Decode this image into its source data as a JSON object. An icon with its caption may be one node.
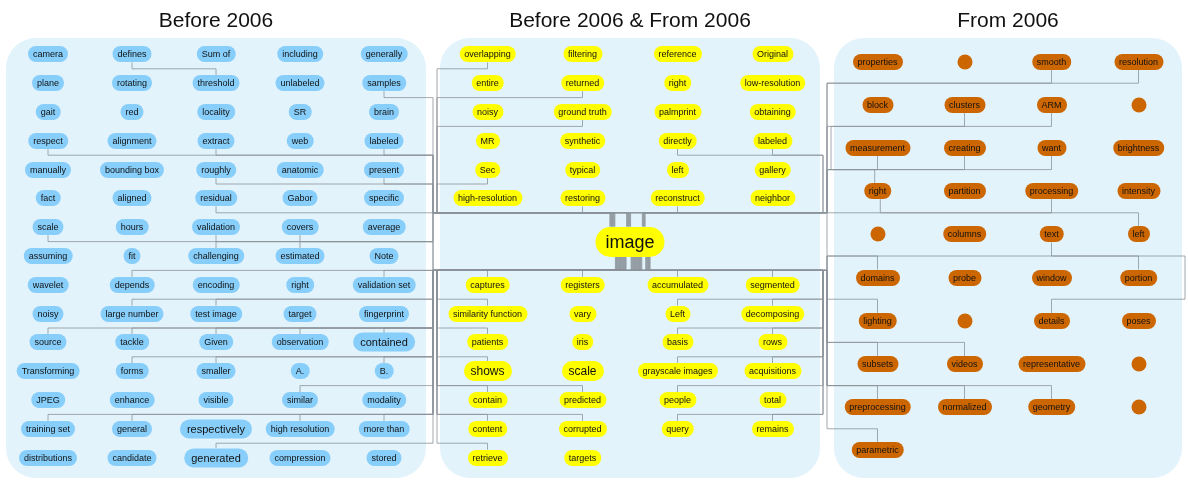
{
  "diagram": {
    "nodes": [
      {
        "text": [
          "Before 2006"
        ]
      },
      {
        "text": [
          "Before 2006 & From 2006"
        ]
      },
      {
        "text": [
          "From 2006"
        ]
      },
      {
        "text": [
          "camera"
        ],
        "in": 0
      },
      {
        "text": [
          "defines"
        ],
        "in": 0
      },
      {
        "text": [
          "Sum of"
        ],
        "in": 0
      },
      {
        "text": [
          "including"
        ],
        "in": 0
      },
      {
        "text": [
          "generally"
        ],
        "in": 0
      },
      {
        "text": [
          "plane"
        ],
        "in": 0
      },
      {
        "text": [
          "rotating"
        ],
        "in": 0
      },
      {
        "text": [
          "threshold"
        ],
        "in": 0
      },
      {
        "text": [
          "unlabeled"
        ],
        "in": 0
      },
      {
        "text": [
          "samples"
        ],
        "in": 0
      },
      {
        "text": [
          "gait"
        ],
        "in": 0
      },
      {
        "text": [
          "red"
        ],
        "in": 0
      },
      {
        "text": [
          "locality"
        ],
        "in": 0
      },
      {
        "text": [
          "SR"
        ],
        "in": 0
      },
      {
        "text": [
          "brain"
        ],
        "in": 0
      },
      {
        "text": [
          "respect"
        ],
        "in": 0
      },
      {
        "text": [
          "alignment"
        ],
        "in": 0
      },
      {
        "text": [
          "extract"
        ],
        "in": 0
      },
      {
        "text": [
          "web"
        ],
        "in": 0
      },
      {
        "text": [
          "labeled"
        ],
        "in": 0
      },
      {
        "text": [
          "manually"
        ],
        "in": 0
      },
      {
        "text": [
          "bounding box"
        ],
        "in": 0
      },
      {
        "text": [
          "roughly"
        ],
        "in": 0
      },
      {
        "text": [
          "anatomic"
        ],
        "in": 0
      },
      {
        "text": [
          "present"
        ],
        "in": 0
      },
      {
        "text": [
          "fact"
        ],
        "in": 0
      },
      {
        "text": [
          "aligned"
        ],
        "in": 0
      },
      {
        "text": [
          "residual"
        ],
        "in": 0
      },
      {
        "text": [
          "Gabor"
        ],
        "in": 0
      },
      {
        "text": [
          "specific"
        ],
        "in": 0
      },
      {
        "text": [
          "scale"
        ],
        "in": 0
      },
      {
        "text": [
          "hours"
        ],
        "in": 0
      },
      {
        "text": [
          "validation"
        ],
        "in": 0
      },
      {
        "text": [
          "covers"
        ],
        "in": 0
      },
      {
        "text": [
          "average"
        ],
        "in": 0
      },
      {
        "text": [
          "assuming"
        ],
        "in": 0
      },
      {
        "text": [
          "fit"
        ],
        "in": 0
      },
      {
        "text": [
          "challenging"
        ],
        "in": 0
      },
      {
        "text": [
          "estimated"
        ],
        "in": 0
      },
      {
        "text": [
          "Note"
        ],
        "in": 0
      },
      {
        "text": [
          "wavelet"
        ],
        "in": 0
      },
      {
        "text": [
          "depends"
        ],
        "in": 0
      },
      {
        "text": [
          "encoding"
        ],
        "in": 0
      },
      {
        "text": [
          "right"
        ],
        "in": 0
      },
      {
        "text": [
          "validation set"
        ],
        "in": 0
      },
      {
        "text": [
          "noisy"
        ],
        "in": 0
      },
      {
        "text": [
          "large number"
        ],
        "in": 0
      },
      {
        "text": [
          "test image"
        ],
        "in": 0
      },
      {
        "text": [
          "target"
        ],
        "in": 0
      },
      {
        "text": [
          "fingerprint"
        ],
        "in": 0
      },
      {
        "text": [
          "source"
        ],
        "in": 0
      },
      {
        "text": [
          "tackle"
        ],
        "in": 0
      },
      {
        "text": [
          "Given"
        ],
        "in": 0
      },
      {
        "text": [
          "observation"
        ],
        "in": 0
      },
      {
        "text": [
          "contained"
        ],
        "in": 0
      },
      {
        "text": [
          "Transforming"
        ],
        "in": 0
      },
      {
        "text": [
          "forms"
        ],
        "in": 0
      },
      {
        "text": [
          "smaller"
        ],
        "in": 0
      },
      {
        "text": [
          "A."
        ],
        "in": 0
      },
      {
        "text": [
          "B."
        ],
        "in": 0
      },
      {
        "text": [
          "JPEG"
        ],
        "in": 0
      },
      {
        "text": [
          "enhance"
        ],
        "in": 0
      },
      {
        "text": [
          "visible"
        ],
        "in": 0
      },
      {
        "text": [
          "similar"
        ],
        "in": 0
      },
      {
        "text": [
          "modality"
        ],
        "in": 0
      },
      {
        "text": [
          "training set"
        ],
        "in": 0
      },
      {
        "text": [
          "general"
        ],
        "in": 0
      },
      {
        "text": [
          "respectively"
        ],
        "in": 0
      },
      {
        "text": [
          "high resolution"
        ],
        "in": 0
      },
      {
        "text": [
          "more than"
        ],
        "in": 0
      },
      {
        "text": [
          "distributions"
        ],
        "in": 0
      },
      {
        "text": [
          "candidate"
        ],
        "in": 0
      },
      {
        "text": [
          "generated"
        ],
        "in": 0
      },
      {
        "text": [
          "compression"
        ],
        "in": 0
      },
      {
        "text": [
          "stored"
        ],
        "in": 0
      },
      {
        "text": [
          "overlapping"
        ],
        "in": 1
      },
      {
        "text": [
          "filtering"
        ],
        "in": 1
      },
      {
        "text": [
          "reference"
        ],
        "in": 1
      },
      {
        "text": [
          "Original"
        ],
        "in": 1
      },
      {
        "text": [
          "entire"
        ],
        "in": 1
      },
      {
        "text": [
          "returned"
        ],
        "in": 1
      },
      {
        "text": [
          "right"
        ],
        "in": 1
      },
      {
        "text": [
          "low-resolution"
        ],
        "in": 1
      },
      {
        "text": [
          "noisy"
        ],
        "in": 1
      },
      {
        "text": [
          "ground truth"
        ],
        "in": 1
      },
      {
        "text": [
          "palmprint"
        ],
        "in": 1
      },
      {
        "text": [
          "obtaining"
        ],
        "in": 1
      },
      {
        "text": [
          "MR"
        ],
        "in": 1
      },
      {
        "text": [
          "synthetic"
        ],
        "in": 1
      },
      {
        "text": [
          "directly"
        ],
        "in": 1
      },
      {
        "text": [
          "labeled"
        ],
        "in": 1
      },
      {
        "text": [
          "Sec"
        ],
        "in": 1
      },
      {
        "text": [
          "typical"
        ],
        "in": 1
      },
      {
        "text": [
          "left"
        ],
        "in": 1
      },
      {
        "text": [
          "gallery"
        ],
        "in": 1
      },
      {
        "text": [
          "high-resolution"
        ],
        "in": 1
      },
      {
        "text": [
          "restoring"
        ],
        "in": 1
      },
      {
        "text": [
          "reconstruct"
        ],
        "in": 1
      },
      {
        "text": [
          "neighbor"
        ],
        "in": 1
      },
      {
        "text": [
          "captures"
        ],
        "in": 1
      },
      {
        "text": [
          "registers"
        ],
        "in": 1
      },
      {
        "text": [
          "accumulated"
        ],
        "in": 1
      },
      {
        "text": [
          "segmented"
        ],
        "in": 1
      },
      {
        "text": [
          "similarity function"
        ],
        "in": 1
      },
      {
        "text": [
          "image"
        ],
        "in": 1
      },
      {
        "text": [
          "vary"
        ],
        "in": 1
      },
      {
        "text": [
          "Left"
        ],
        "in": 1
      },
      {
        "text": [
          "decomposing"
        ],
        "in": 1
      },
      {
        "text": [
          "patients"
        ],
        "in": 1
      },
      {
        "text": [
          "iris"
        ],
        "in": 1
      },
      {
        "text": [
          "basis"
        ],
        "in": 1
      },
      {
        "text": [
          "rows"
        ],
        "in": 1
      },
      {
        "text": [
          "shows"
        ],
        "in": 1
      },
      {
        "text": [
          "scale"
        ],
        "in": 1
      },
      {
        "text": [
          "grayscale images"
        ],
        "in": 1
      },
      {
        "text": [
          "acquisitions"
        ],
        "in": 1
      },
      {
        "text": [
          "contain"
        ],
        "in": 1
      },
      {
        "text": [
          "predicted"
        ],
        "in": 1
      },
      {
        "text": [
          "people"
        ],
        "in": 1
      },
      {
        "text": [
          "total"
        ],
        "in": 1
      },
      {
        "text": [
          "content"
        ],
        "in": 1
      },
      {
        "text": [
          "corrupted"
        ],
        "in": 1
      },
      {
        "text": [
          "query"
        ],
        "in": 1
      },
      {
        "text": [
          "remains"
        ],
        "in": 1
      },
      {
        "text": [
          "retrieve"
        ],
        "in": 1
      },
      {
        "text": [
          "targets"
        ],
        "in": 1
      },
      {
        "text": [
          "properties"
        ],
        "in": 2
      },
      {
        "text": [],
        "shape": "circle",
        "in": 2
      },
      {
        "text": [
          "smooth"
        ],
        "in": 2
      },
      {
        "text": [
          "resolution"
        ],
        "in": 2
      },
      {
        "text": [
          "block"
        ],
        "in": 2
      },
      {
        "text": [
          "clusters"
        ],
        "in": 2
      },
      {
        "text": [
          "ARM"
        ],
        "in": 2
      },
      {
        "text": [],
        "shape": "circle",
        "in": 2
      },
      {
        "text": [
          "measurement"
        ],
        "in": 2
      },
      {
        "text": [
          "creating"
        ],
        "in": 2
      },
      {
        "text": [
          "want"
        ],
        "in": 2
      },
      {
        "text": [
          "brightness"
        ],
        "in": 2
      },
      {
        "text": [
          "right"
        ],
        "in": 2
      },
      {
        "text": [
          "partition"
        ],
        "in": 2
      },
      {
        "text": [
          "processing"
        ],
        "in": 2
      },
      {
        "text": [
          "intensity"
        ],
        "in": 2
      },
      {
        "text": [],
        "shape": "circle",
        "in": 2
      },
      {
        "text": [
          "columns"
        ],
        "in": 2
      },
      {
        "text": [
          "text"
        ],
        "in": 2
      },
      {
        "text": [
          "left"
        ],
        "in": 2
      },
      {
        "text": [
          "domains"
        ],
        "in": 2
      },
      {
        "text": [
          "probe"
        ],
        "in": 2
      },
      {
        "text": [
          "window"
        ],
        "in": 2
      },
      {
        "text": [
          "portion"
        ],
        "in": 2
      },
      {
        "text": [
          "lighting"
        ],
        "in": 2
      },
      {
        "text": [],
        "shape": "circle",
        "in": 2
      },
      {
        "text": [
          "details"
        ],
        "in": 2
      },
      {
        "text": [
          "poses"
        ],
        "in": 2
      },
      {
        "text": [
          "subsets"
        ],
        "in": 2
      },
      {
        "text": [
          "videos"
        ],
        "in": 2
      },
      {
        "text": [
          "representative"
        ],
        "in": 2
      },
      {
        "text": [],
        "shape": "circle",
        "in": 2
      },
      {
        "text": [
          "preprocessing"
        ],
        "in": 2
      },
      {
        "text": [
          "normalized"
        ],
        "in": 2
      },
      {
        "text": [
          "geometry"
        ],
        "in": 2
      },
      {
        "text": [],
        "shape": "circle",
        "in": 2
      },
      {
        "text": [
          "parametric"
        ],
        "in": 2
      }
    ],
    "edges": [
      {
        "from": 107,
        "to": 12,
        "arrow": "none"
      },
      {
        "from": 107,
        "to": 18,
        "arrow": "none"
      },
      {
        "from": 107,
        "to": 20,
        "arrow": "none"
      },
      {
        "from": 107,
        "to": 22,
        "arrow": "none"
      },
      {
        "from": 107,
        "to": 25,
        "arrow": "none"
      },
      {
        "from": 107,
        "to": 27,
        "arrow": "none"
      },
      {
        "from": 107,
        "to": 30,
        "arrow": "none"
      },
      {
        "from": 107,
        "to": 33,
        "arrow": "none"
      },
      {
        "from": 107,
        "to": 35,
        "arrow": "none"
      },
      {
        "from": 107,
        "to": 36,
        "arrow": "none"
      },
      {
        "from": 107,
        "to": 40,
        "arrow": "none"
      },
      {
        "from": 107,
        "to": 41,
        "arrow": "none"
      },
      {
        "from": 107,
        "to": 44,
        "arrow": "none"
      },
      {
        "from": 107,
        "to": 47,
        "arrow": "none"
      },
      {
        "from": 107,
        "to": 49,
        "arrow": "none"
      },
      {
        "from": 107,
        "to": 50,
        "arrow": "none"
      },
      {
        "from": 107,
        "to": 53,
        "arrow": "none"
      },
      {
        "from": 107,
        "to": 54,
        "arrow": "none"
      },
      {
        "from": 107,
        "to": 55,
        "arrow": "none"
      },
      {
        "from": 107,
        "to": 56,
        "arrow": "none"
      },
      {
        "from": 107,
        "to": 57,
        "arrow": "none"
      },
      {
        "from": 107,
        "to": 59,
        "arrow": "none"
      },
      {
        "from": 107,
        "to": 60,
        "arrow": "none"
      },
      {
        "from": 107,
        "to": 62,
        "arrow": "none"
      },
      {
        "from": 107,
        "to": 66,
        "arrow": "none"
      },
      {
        "from": 107,
        "to": 68,
        "arrow": "none"
      },
      {
        "from": 107,
        "to": 69,
        "arrow": "none"
      },
      {
        "from": 107,
        "to": 71,
        "arrow": "none"
      },
      {
        "from": 107,
        "to": 72,
        "arrow": "none"
      },
      {
        "from": 107,
        "to": 75,
        "arrow": "none"
      },
      {
        "from": 107,
        "to": 78,
        "arrow": "none"
      },
      {
        "from": 107,
        "to": 83,
        "arrow": "none"
      },
      {
        "from": 107,
        "to": 87,
        "arrow": "none"
      },
      {
        "from": 107,
        "to": 92,
        "arrow": "none"
      },
      {
        "from": 107,
        "to": 93,
        "arrow": "none"
      },
      {
        "from": 107,
        "to": 94,
        "arrow": "none"
      },
      {
        "from": 107,
        "to": 99,
        "arrow": "none"
      },
      {
        "from": 107,
        "to": 100,
        "arrow": "none"
      },
      {
        "from": 107,
        "to": 102,
        "arrow": "none"
      },
      {
        "from": 107,
        "to": 103,
        "arrow": "none"
      },
      {
        "from": 107,
        "to": 105,
        "arrow": "none"
      },
      {
        "from": 107,
        "to": 106,
        "arrow": "none"
      },
      {
        "from": 107,
        "to": 109,
        "arrow": "none"
      },
      {
        "from": 107,
        "to": 110,
        "arrow": "none"
      },
      {
        "from": 107,
        "to": 111,
        "arrow": "none"
      },
      {
        "from": 107,
        "to": 113,
        "arrow": "none"
      },
      {
        "from": 107,
        "to": 114,
        "arrow": "none"
      },
      {
        "from": 107,
        "to": 115,
        "arrow": "none"
      },
      {
        "from": 107,
        "to": 117,
        "arrow": "none"
      },
      {
        "from": 107,
        "to": 118,
        "arrow": "none"
      },
      {
        "from": 107,
        "to": 119,
        "arrow": "none"
      },
      {
        "from": 107,
        "to": 120,
        "arrow": "none"
      },
      {
        "from": 107,
        "to": 121,
        "arrow": "none"
      },
      {
        "from": 107,
        "to": 123,
        "arrow": "none"
      },
      {
        "from": 107,
        "to": 124,
        "arrow": "none"
      },
      {
        "from": 107,
        "to": 125,
        "arrow": "none"
      },
      {
        "from": 107,
        "to": 126,
        "arrow": "none"
      },
      {
        "from": 107,
        "to": 127,
        "arrow": "none"
      },
      {
        "from": 107,
        "to": 132,
        "arrow": "none"
      },
      {
        "from": 107,
        "to": 134,
        "arrow": "none"
      },
      {
        "from": 107,
        "to": 137,
        "arrow": "none"
      },
      {
        "from": 107,
        "to": 138,
        "arrow": "none"
      },
      {
        "from": 107,
        "to": 139,
        "arrow": "none"
      },
      {
        "from": 107,
        "to": 143,
        "arrow": "none"
      },
      {
        "from": 107,
        "to": 149,
        "arrow": "none"
      },
      {
        "from": 107,
        "to": 152,
        "arrow": "none"
      },
      {
        "from": 107,
        "to": 153,
        "arrow": "none"
      },
      {
        "from": 107,
        "to": 157,
        "arrow": "none"
      },
      {
        "from": 107,
        "to": 158,
        "arrow": "none"
      },
      {
        "from": 107,
        "to": 161,
        "arrow": "none"
      },
      {
        "from": 107,
        "to": 162,
        "arrow": "none"
      },
      {
        "from": 107,
        "to": 163,
        "arrow": "none"
      },
      {
        "from": 107,
        "to": 165,
        "arrow": "none"
      },
      {
        "from": 4,
        "to": 10,
        "arrow": "none"
      },
      {
        "from": 135,
        "to": 141,
        "arrow": "none"
      },
      {
        "from": 141,
        "to": 148,
        "arrow": "none"
      },
      {
        "from": 147,
        "to": 155,
        "arrow": "none"
      },
      {
        "from": 104,
        "to": 131,
        "arrow": "none"
      }
    ]
  }
}
